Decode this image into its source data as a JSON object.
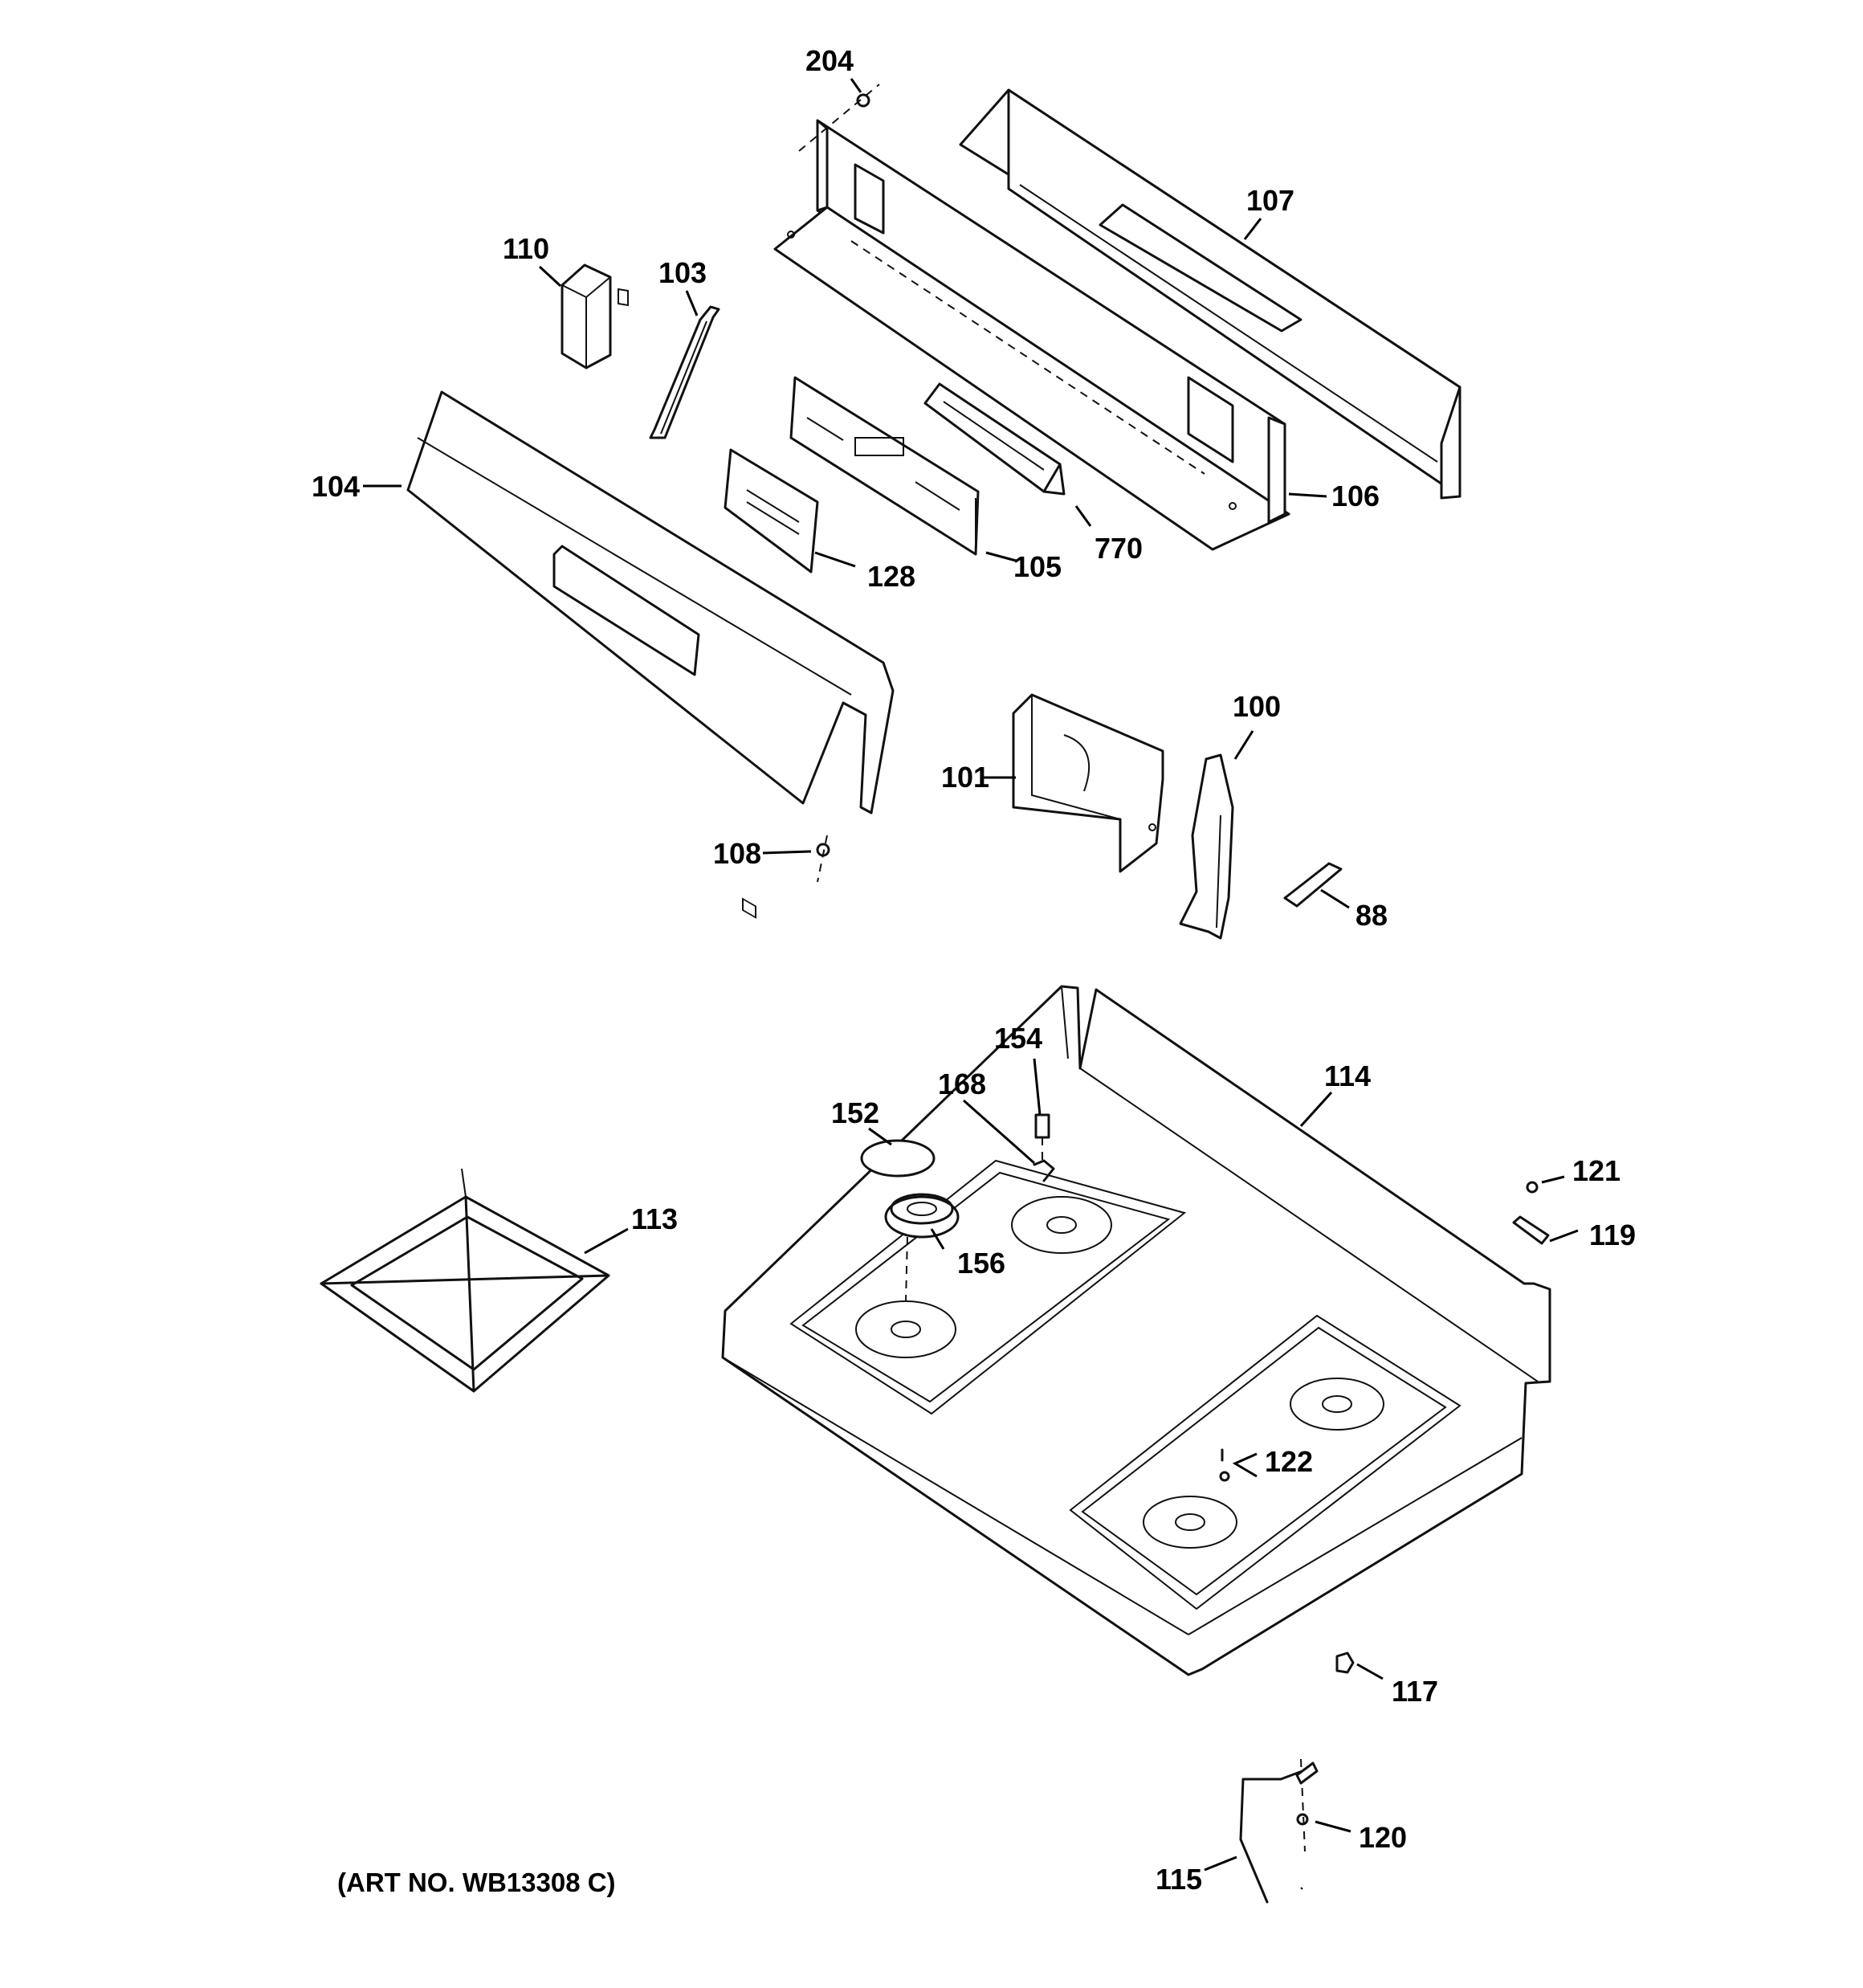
{
  "art_number": "(ART NO. WB13308 C)",
  "callouts": {
    "p204": "204",
    "p107": "107",
    "p110": "110",
    "p103": "103",
    "p104": "104",
    "p106": "106",
    "p770": "770",
    "p105": "105",
    "p128": "128",
    "p100": "100",
    "p101": "101",
    "p108": "108",
    "p88": "88",
    "p154": "154",
    "p114": "114",
    "p168": "168",
    "p152": "152",
    "p113": "113",
    "p121": "121",
    "p119": "119",
    "p156": "156",
    "p122": "122",
    "p117": "117",
    "p120": "120",
    "p115": "115"
  }
}
